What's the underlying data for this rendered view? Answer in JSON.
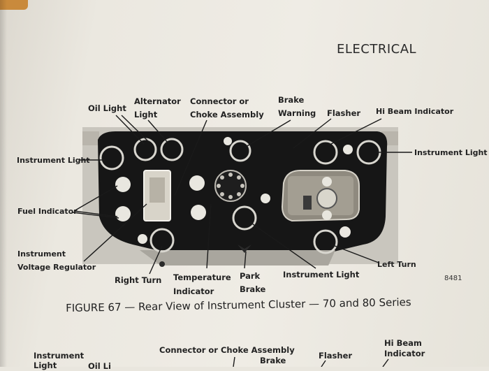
{
  "page": {
    "section_header": "ELECTRICAL",
    "figure_number": "8481",
    "caption": "FIGURE 67 — Rear View of Instrument Cluster — 70 and 80 Series"
  },
  "labels": {
    "oil_light": "Oil Light",
    "alternator_light_1": "Alternator",
    "alternator_light_2": "Light",
    "connector_choke_1": "Connector or",
    "connector_choke_2": "Choke Assembly",
    "brake_warning_1": "Brake",
    "brake_warning_2": "Warning",
    "flasher": "Flasher",
    "hi_beam_indicator": "Hi Beam Indicator",
    "instrument_light_left": "Instrument Light",
    "instrument_light_right": "Instrument Light",
    "fuel_indicator": "Fuel Indicator",
    "voltage_regulator_1": "Instrument",
    "voltage_regulator_2": "Voltage Regulator",
    "right_turn": "Right Turn",
    "temperature_indicator_1": "Temperature",
    "temperature_indicator_2": "Indicator",
    "park_brake_1": "Park",
    "park_brake_2": "Brake",
    "instrument_light_bottom": "Instrument Light",
    "left_turn": "Left Turn"
  },
  "next_figure": {
    "instrument_light_1": "Instrument",
    "instrument_light_2": "Light",
    "oil_light_partial": "Oil Li",
    "connector_choke": "Connector or Choke Assembly",
    "brake": "Brake",
    "flasher": "Flasher",
    "hi_beam_1": "Hi Beam",
    "hi_beam_2": "Indicator"
  }
}
